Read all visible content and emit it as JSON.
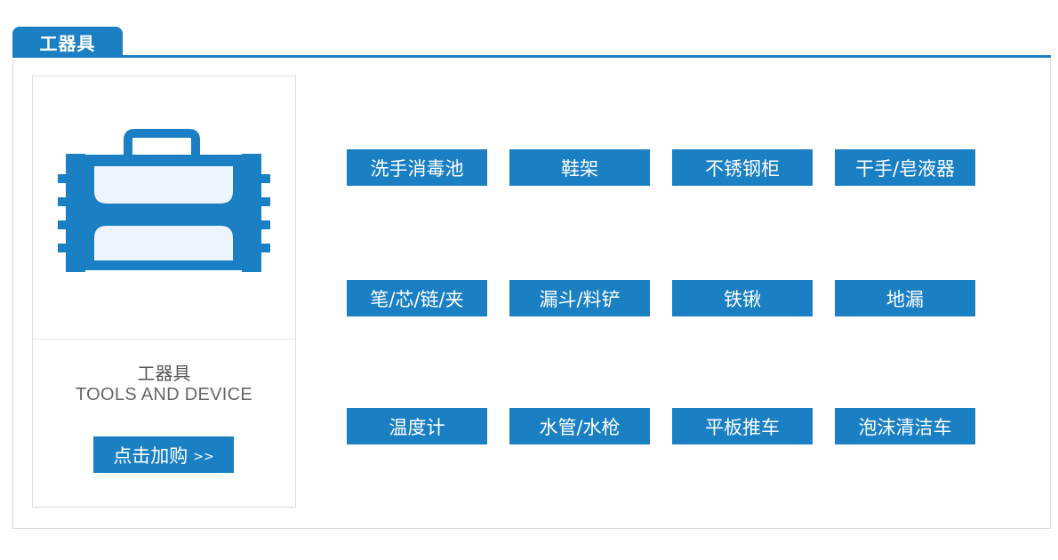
{
  "section": {
    "tab_label": "工器具"
  },
  "card": {
    "title": "工器具",
    "subtitle": "TOOLS AND DEVICE",
    "buy_label": "点击加购",
    "buy_arrows": ">>",
    "image_icon": "toolbox-icon"
  },
  "items": [
    "洗手消毒池",
    "鞋架",
    "不锈钢柜",
    "干手/皂液器",
    "笔/芯/链/夹",
    "漏斗/料铲",
    "铁锹",
    "地漏",
    "温度计",
    "水管/水枪",
    "平板推车",
    "泡沫清洁车"
  ],
  "colors": {
    "accent": "#1a7fc3",
    "icon_fill": "#eef4fb"
  }
}
